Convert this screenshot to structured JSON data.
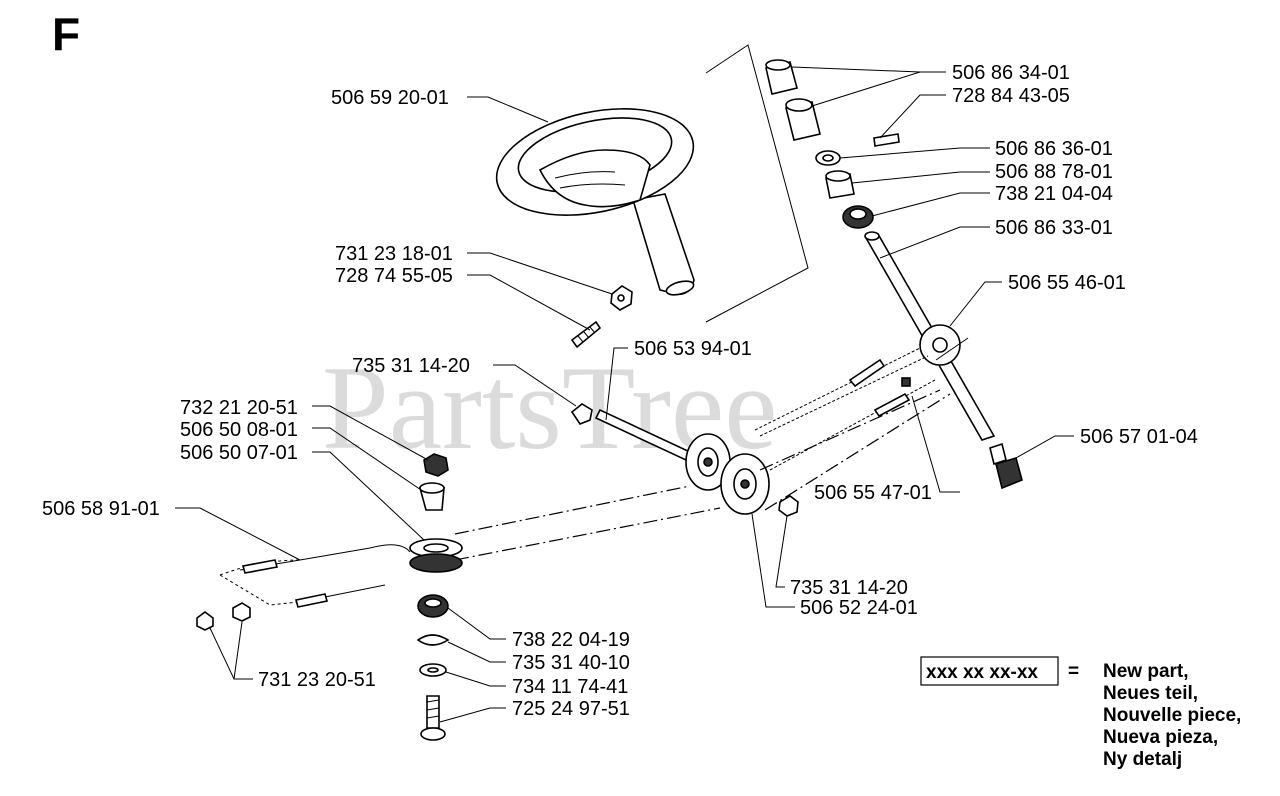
{
  "section_letter": "F",
  "watermark": "PartsTree",
  "parts": {
    "p_506_59_20_01": "506 59 20-01",
    "p_731_23_18_01": "731 23 18-01",
    "p_728_74_55_05": "728 74 55-05",
    "p_506_86_34_01": "506 86 34-01",
    "p_728_84_43_05": "728 84 43-05",
    "p_506_86_36_01": "506 86 36-01",
    "p_506_88_78_01": "506 88 78-01",
    "p_738_21_04_04": "738 21 04-04",
    "p_506_86_33_01": "506 86 33-01",
    "p_506_55_46_01": "506 55 46-01",
    "p_506_53_94_01": "506 53 94-01",
    "p_735_31_14_20_a": "735 31 14-20",
    "p_732_21_20_51": "732 21 20-51",
    "p_506_50_08_01": "506 50 08-01",
    "p_506_50_07_01": "506 50 07-01",
    "p_506_57_01_04": "506 57 01-04",
    "p_506_55_47_01": "506 55 47-01",
    "p_506_58_91_01": "506 58 91-01",
    "p_735_31_14_20_b": "735 31 14-20",
    "p_506_52_24_01": "506 52 24-01",
    "p_738_22_04_19": "738 22 04-19",
    "p_735_31_40_10": "735 31 40-10",
    "p_734_11_74_41": "734 11 74-41",
    "p_725_24_97_51": "725 24 97-51",
    "p_731_23_20_51": "731 23 20-51"
  },
  "legend": {
    "sample": "xxx xx xx-xx",
    "equals": "=",
    "lines": [
      "New part,",
      "Neues teil,",
      "Nouvelle piece,",
      "Nueva pieza,",
      "Ny detalj"
    ]
  }
}
